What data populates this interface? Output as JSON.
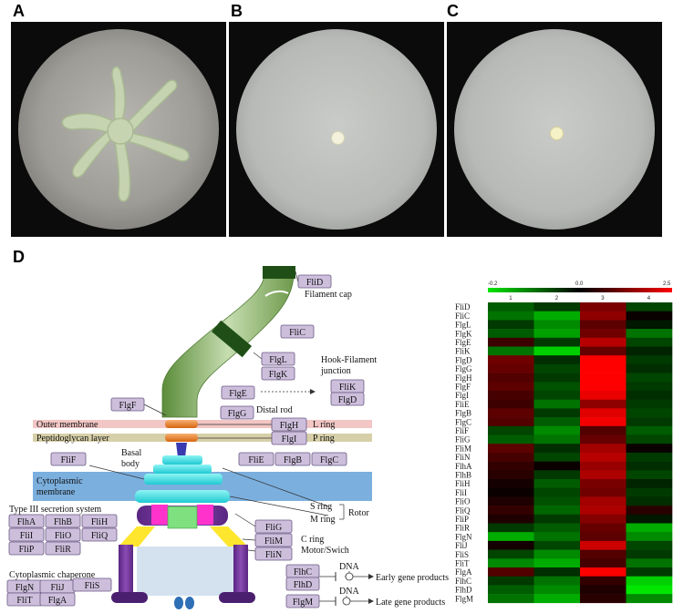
{
  "panels": {
    "a": "A",
    "b": "B",
    "c": "C",
    "d": "D"
  },
  "diagram": {
    "membranes": {
      "outer": "Outer membrane",
      "peptidoglycan": "Peptidoglycan layer",
      "cytoplasmic_line1": "Cytoplasmic",
      "cytoplasmic_line2": "membrane"
    },
    "labels": {
      "filament_cap": "Filament cap",
      "hook_line1": "Hook-Filament",
      "hook_line2": "junction",
      "distal_rod": "Distal rod",
      "l_ring": "L ring",
      "p_ring": "P ring",
      "basal_line1": "Basal",
      "basal_line2": "body",
      "s_ring": "S ring",
      "m_ring": "M ring",
      "rotor": "Rotor",
      "c_ring": "C ring",
      "motor_switch": "Motor/Swich",
      "t3ss": "Type III secretion system",
      "chaperone": "Cytoplasmic chaperone",
      "dna1": "DNA",
      "dna2": "DNA",
      "early": "Early gene products",
      "late": "Late gene products"
    },
    "boxes": {
      "FliD": "FliD",
      "FliC": "FliC",
      "FlgL": "FlgL",
      "FlgK": "FlgK",
      "FliK": "FliK",
      "FlgD": "FlgD",
      "FlgE": "FlgE",
      "FlgF": "FlgF",
      "FlgG": "FlgG",
      "FlgH": "FlgH",
      "FlgI": "FlgI",
      "FliF": "FliF",
      "FliE": "FliE",
      "FlgB": "FlgB",
      "FlgC": "FlgC",
      "FlhA": "FlhA",
      "FlhB": "FlhB",
      "FliH": "FliH",
      "FliI": "FliI",
      "FliO": "FliO",
      "FliQ": "FliQ",
      "FliP": "FliP",
      "FliR": "FliR",
      "FliG": "FliG",
      "FliM": "FliM",
      "FliN": "FliN",
      "FlgN": "FlgN",
      "FliJ": "FliJ",
      "FliS": "FliS",
      "FliT": "FliT",
      "FlgA": "FlgA",
      "FlhC": "FlhC",
      "FlhD": "FlhD",
      "FlgM": "FlgM"
    }
  },
  "heatmap": {
    "scale_min": "-0.2",
    "scale_mid": "0.0",
    "scale_max": "2.5",
    "columns": [
      "1",
      "2",
      "3",
      "4"
    ],
    "colors": {
      "low": "#00e600",
      "mid": "#000000",
      "high": "#ff0000"
    },
    "rows": [
      {
        "gene": "FliD",
        "values": [
          -0.08,
          -0.05,
          1.2,
          -0.06
        ]
      },
      {
        "gene": "FliC",
        "values": [
          -0.1,
          -0.15,
          1.4,
          0.1
        ]
      },
      {
        "gene": "FlgL",
        "values": [
          -0.05,
          -0.12,
          0.9,
          -0.02
        ]
      },
      {
        "gene": "FlgK",
        "values": [
          -0.08,
          -0.14,
          1.1,
          -0.1
        ]
      },
      {
        "gene": "FlgE",
        "values": [
          0.6,
          -0.05,
          1.8,
          -0.06
        ]
      },
      {
        "gene": "FliK",
        "values": [
          -0.1,
          -0.18,
          1.0,
          -0.03
        ]
      },
      {
        "gene": "FlgD",
        "values": [
          1.1,
          -0.04,
          2.5,
          -0.05
        ]
      },
      {
        "gene": "FlgG",
        "values": [
          1.0,
          -0.06,
          2.5,
          -0.04
        ]
      },
      {
        "gene": "FlgH",
        "values": [
          0.8,
          -0.05,
          2.5,
          -0.06
        ]
      },
      {
        "gene": "FlgF",
        "values": [
          0.9,
          -0.07,
          2.5,
          -0.05
        ]
      },
      {
        "gene": "FlgI",
        "values": [
          0.7,
          -0.06,
          2.3,
          -0.04
        ]
      },
      {
        "gene": "FliE",
        "values": [
          0.6,
          -0.1,
          1.4,
          -0.05
        ]
      },
      {
        "gene": "FlgB",
        "values": [
          0.9,
          -0.05,
          2.2,
          -0.06
        ]
      },
      {
        "gene": "FlgC",
        "values": [
          0.8,
          -0.08,
          2.4,
          -0.05
        ]
      },
      {
        "gene": "FliF",
        "values": [
          -0.06,
          -0.12,
          0.8,
          -0.08
        ]
      },
      {
        "gene": "FliG",
        "values": [
          -0.08,
          -0.1,
          1.0,
          -0.06
        ]
      },
      {
        "gene": "FliM",
        "values": [
          0.9,
          -0.04,
          1.6,
          0.1
        ]
      },
      {
        "gene": "FliN",
        "values": [
          0.7,
          -0.06,
          1.8,
          -0.05
        ]
      },
      {
        "gene": "FlhA",
        "values": [
          0.5,
          0.1,
          1.5,
          -0.04
        ]
      },
      {
        "gene": "FlhB",
        "values": [
          0.4,
          -0.05,
          1.7,
          -0.06
        ]
      },
      {
        "gene": "FliH",
        "values": [
          0.2,
          -0.08,
          1.2,
          -0.03
        ]
      },
      {
        "gene": "FliI",
        "values": [
          0.1,
          -0.06,
          1.1,
          -0.05
        ]
      },
      {
        "gene": "FliO",
        "values": [
          0.3,
          -0.07,
          1.6,
          -0.04
        ]
      },
      {
        "gene": "FliQ",
        "values": [
          0.5,
          -0.09,
          1.7,
          0.4
        ]
      },
      {
        "gene": "FliP",
        "values": [
          0.3,
          -0.05,
          1.3,
          -0.02
        ]
      },
      {
        "gene": "FliR",
        "values": [
          -0.05,
          -0.08,
          1.0,
          -0.15
        ]
      },
      {
        "gene": "FlgN",
        "values": [
          -0.15,
          -0.1,
          0.9,
          -0.12
        ]
      },
      {
        "gene": "FliJ",
        "values": [
          0.2,
          -0.06,
          2.0,
          -0.06
        ]
      },
      {
        "gene": "FliS",
        "values": [
          -0.06,
          -0.12,
          0.8,
          -0.05
        ]
      },
      {
        "gene": "FliT",
        "values": [
          -0.12,
          -0.15,
          0.7,
          -0.1
        ]
      },
      {
        "gene": "FlgA",
        "values": [
          0.8,
          -0.04,
          2.5,
          -0.05
        ]
      },
      {
        "gene": "FlhC",
        "values": [
          -0.05,
          -0.1,
          0.5,
          -0.18
        ]
      },
      {
        "gene": "FlhD",
        "values": [
          -0.08,
          -0.12,
          0.3,
          -0.2
        ]
      },
      {
        "gene": "FlgM",
        "values": [
          -0.1,
          -0.15,
          0.4,
          -0.12
        ]
      }
    ]
  }
}
